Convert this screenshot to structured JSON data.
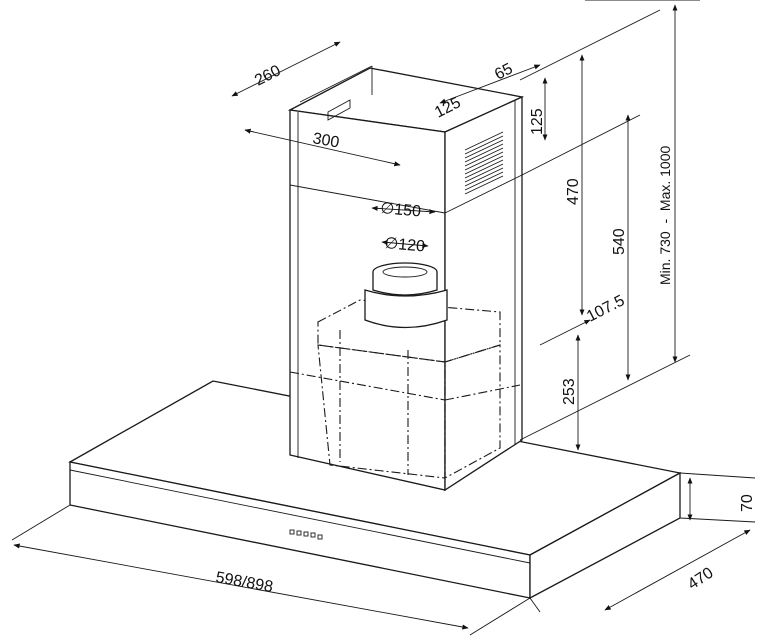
{
  "dimensions": {
    "chimney_depth": "260",
    "chimney_width": "300",
    "vent_offset": "125",
    "vent_width": "65",
    "vent_height": "125",
    "upper_chimney_height": "470",
    "lower_chimney_height": "540",
    "total_height_range": "Min. 730  -  Max. 1000",
    "outlet_diameter_large": "∅150",
    "outlet_diameter_small": "∅120",
    "outlet_offset": "107.5",
    "hood_height_to_outlet": "253",
    "canopy_thickness": "70",
    "canopy_depth": "470",
    "canopy_width": "598/898"
  }
}
